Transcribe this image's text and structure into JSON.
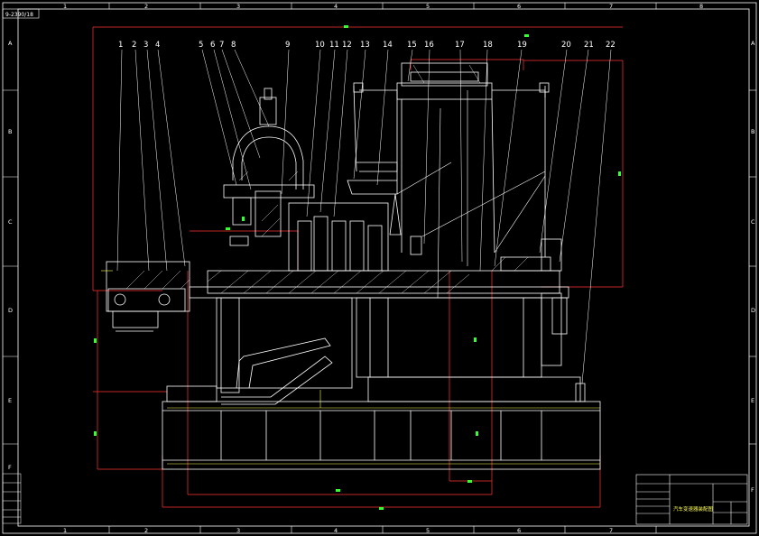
{
  "drawing": {
    "top_left_tag": "9-2390/18",
    "title": "汽车变速器装配图",
    "col_markers": [
      "1",
      "2",
      "3",
      "4",
      "5",
      "6",
      "7",
      "8"
    ],
    "row_markers": [
      "A",
      "B",
      "C",
      "D",
      "E",
      "F"
    ],
    "part_numbers": [
      "1",
      "2",
      "3",
      "4",
      "5",
      "6",
      "7",
      "8",
      "9",
      "10",
      "11",
      "12",
      "13",
      "14",
      "15",
      "16",
      "17",
      "18",
      "19",
      "20",
      "21",
      "22"
    ],
    "colors": {
      "background": "#000000",
      "outline": "#ffffff",
      "dimension": "#ff3333",
      "leader": "#ffffff",
      "hatch": "#ffffff",
      "highlight": "#ffff55",
      "green_mark": "#33ff33"
    }
  }
}
